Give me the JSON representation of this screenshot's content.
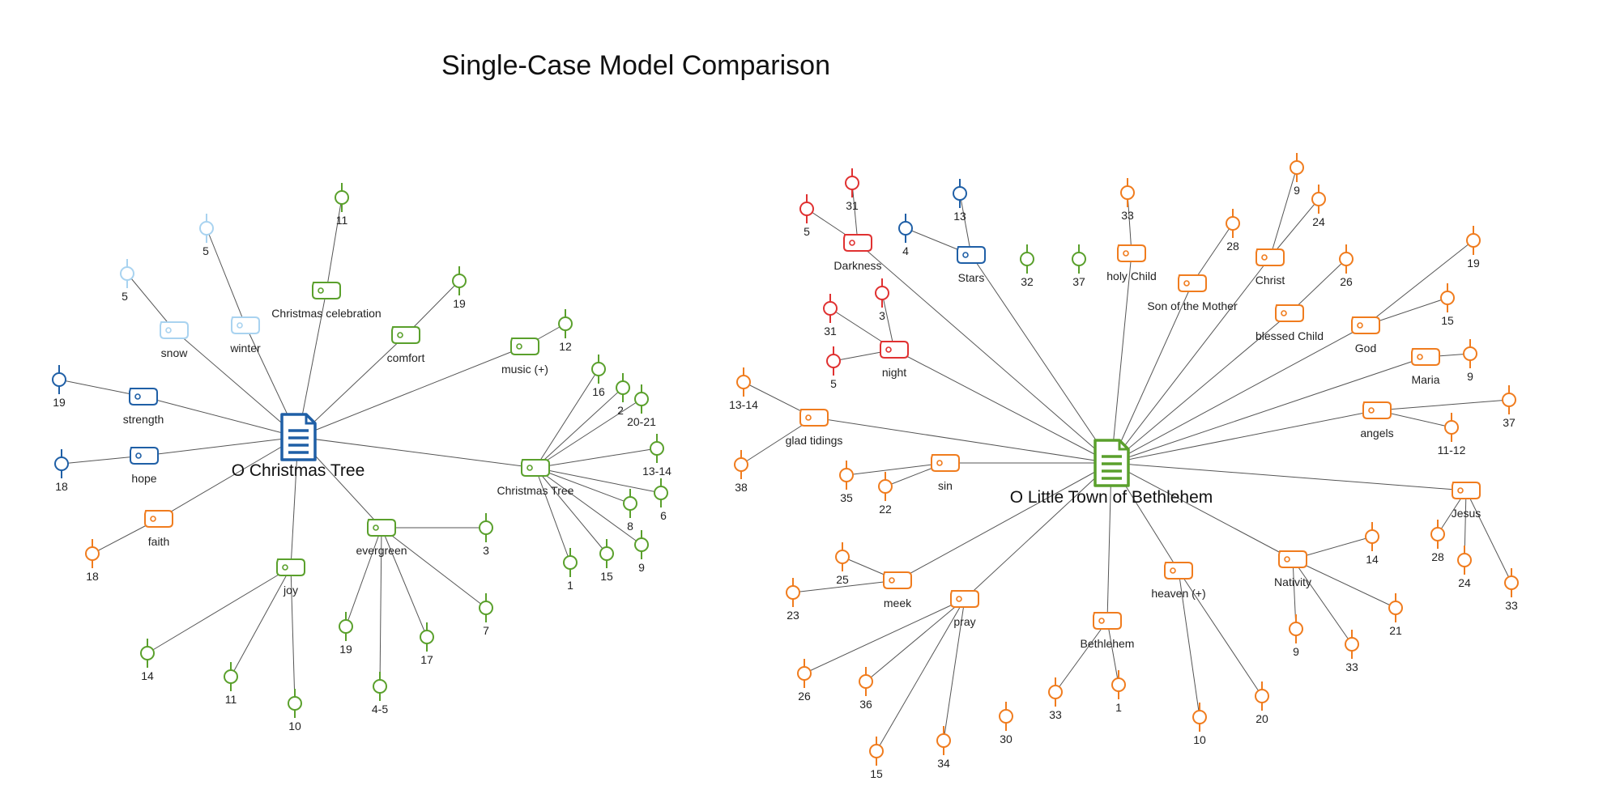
{
  "title": "Single-Case Model Comparison",
  "colors": {
    "blue": "#1f5fa6",
    "lightblue": "#a9d3f0",
    "green": "#5aa02c",
    "orange": "#f07c1e",
    "red": "#e03131"
  },
  "models": [
    {
      "document": "O Christmas Tree",
      "color": "blue",
      "codes": [
        {
          "label": "snow",
          "color": "lightblue",
          "segments": [
            "5"
          ]
        },
        {
          "label": "winter",
          "color": "lightblue",
          "segments": [
            "5"
          ]
        },
        {
          "label": "Christmas celebration",
          "color": "green",
          "segments": [
            "11"
          ]
        },
        {
          "label": "comfort",
          "color": "green",
          "segments": [
            "19"
          ]
        },
        {
          "label": "music (+)",
          "color": "green",
          "segments": [
            "12"
          ]
        },
        {
          "label": "strength",
          "color": "blue",
          "segments": [
            "19"
          ]
        },
        {
          "label": "hope",
          "color": "blue",
          "segments": [
            "18"
          ]
        },
        {
          "label": "faith",
          "color": "orange",
          "segments": [
            "18"
          ]
        },
        {
          "label": "Christmas Tree",
          "color": "green",
          "segments": [
            "16",
            "2",
            "20-21",
            "13-14",
            "6",
            "8",
            "9",
            "15",
            "1"
          ]
        },
        {
          "label": "evergreen",
          "color": "green",
          "segments": [
            "3",
            "7",
            "17",
            "4-5",
            "19"
          ]
        },
        {
          "label": "joy",
          "color": "green",
          "segments": [
            "14",
            "11",
            "10"
          ]
        }
      ]
    },
    {
      "document": "O Little Town of Bethlehem",
      "color": "green",
      "codes": [
        {
          "label": "Darkness",
          "color": "red",
          "segments": [
            "5",
            "31"
          ]
        },
        {
          "label": "Stars",
          "color": "blue",
          "segments": [
            "4",
            "13"
          ]
        },
        {
          "label": "night",
          "color": "red",
          "segments": [
            "31",
            "3",
            "5"
          ]
        },
        {
          "label": "holy Child",
          "color": "orange",
          "segments": [
            "33"
          ]
        },
        {
          "label": "Son of the Mother",
          "color": "orange",
          "segments": [
            "28"
          ]
        },
        {
          "label": "Christ",
          "color": "orange",
          "segments": [
            "9",
            "24"
          ]
        },
        {
          "label": "blessed Child",
          "color": "orange",
          "segments": [
            "26"
          ]
        },
        {
          "label": "God",
          "color": "orange",
          "segments": [
            "19",
            "15"
          ]
        },
        {
          "label": "Maria",
          "color": "orange",
          "segments": [
            "9"
          ]
        },
        {
          "label": "angels",
          "color": "orange",
          "segments": [
            "37",
            "11-12"
          ]
        },
        {
          "label": "Jesus",
          "color": "orange",
          "segments": [
            "28",
            "24",
            "33"
          ]
        },
        {
          "label": "glad tidings",
          "color": "orange",
          "segments": [
            "13-14",
            "38"
          ]
        },
        {
          "label": "sin",
          "color": "orange",
          "segments": [
            "35",
            "22"
          ]
        },
        {
          "label": "meek",
          "color": "orange",
          "segments": [
            "25",
            "23"
          ]
        },
        {
          "label": "pray",
          "color": "orange",
          "segments": [
            "26",
            "36",
            "15",
            "34"
          ]
        },
        {
          "label": "Bethlehem",
          "color": "orange",
          "segments": [
            "33",
            "1"
          ]
        },
        {
          "label": "heaven (+)",
          "color": "orange",
          "segments": [
            "10",
            "20"
          ]
        },
        {
          "label": "Nativity",
          "color": "orange",
          "segments": [
            "14",
            "21",
            "33",
            "9"
          ]
        }
      ],
      "unassigned_segments": [
        {
          "label": "32",
          "color": "green"
        },
        {
          "label": "37",
          "color": "green"
        },
        {
          "label": "30",
          "color": "orange"
        }
      ]
    }
  ]
}
